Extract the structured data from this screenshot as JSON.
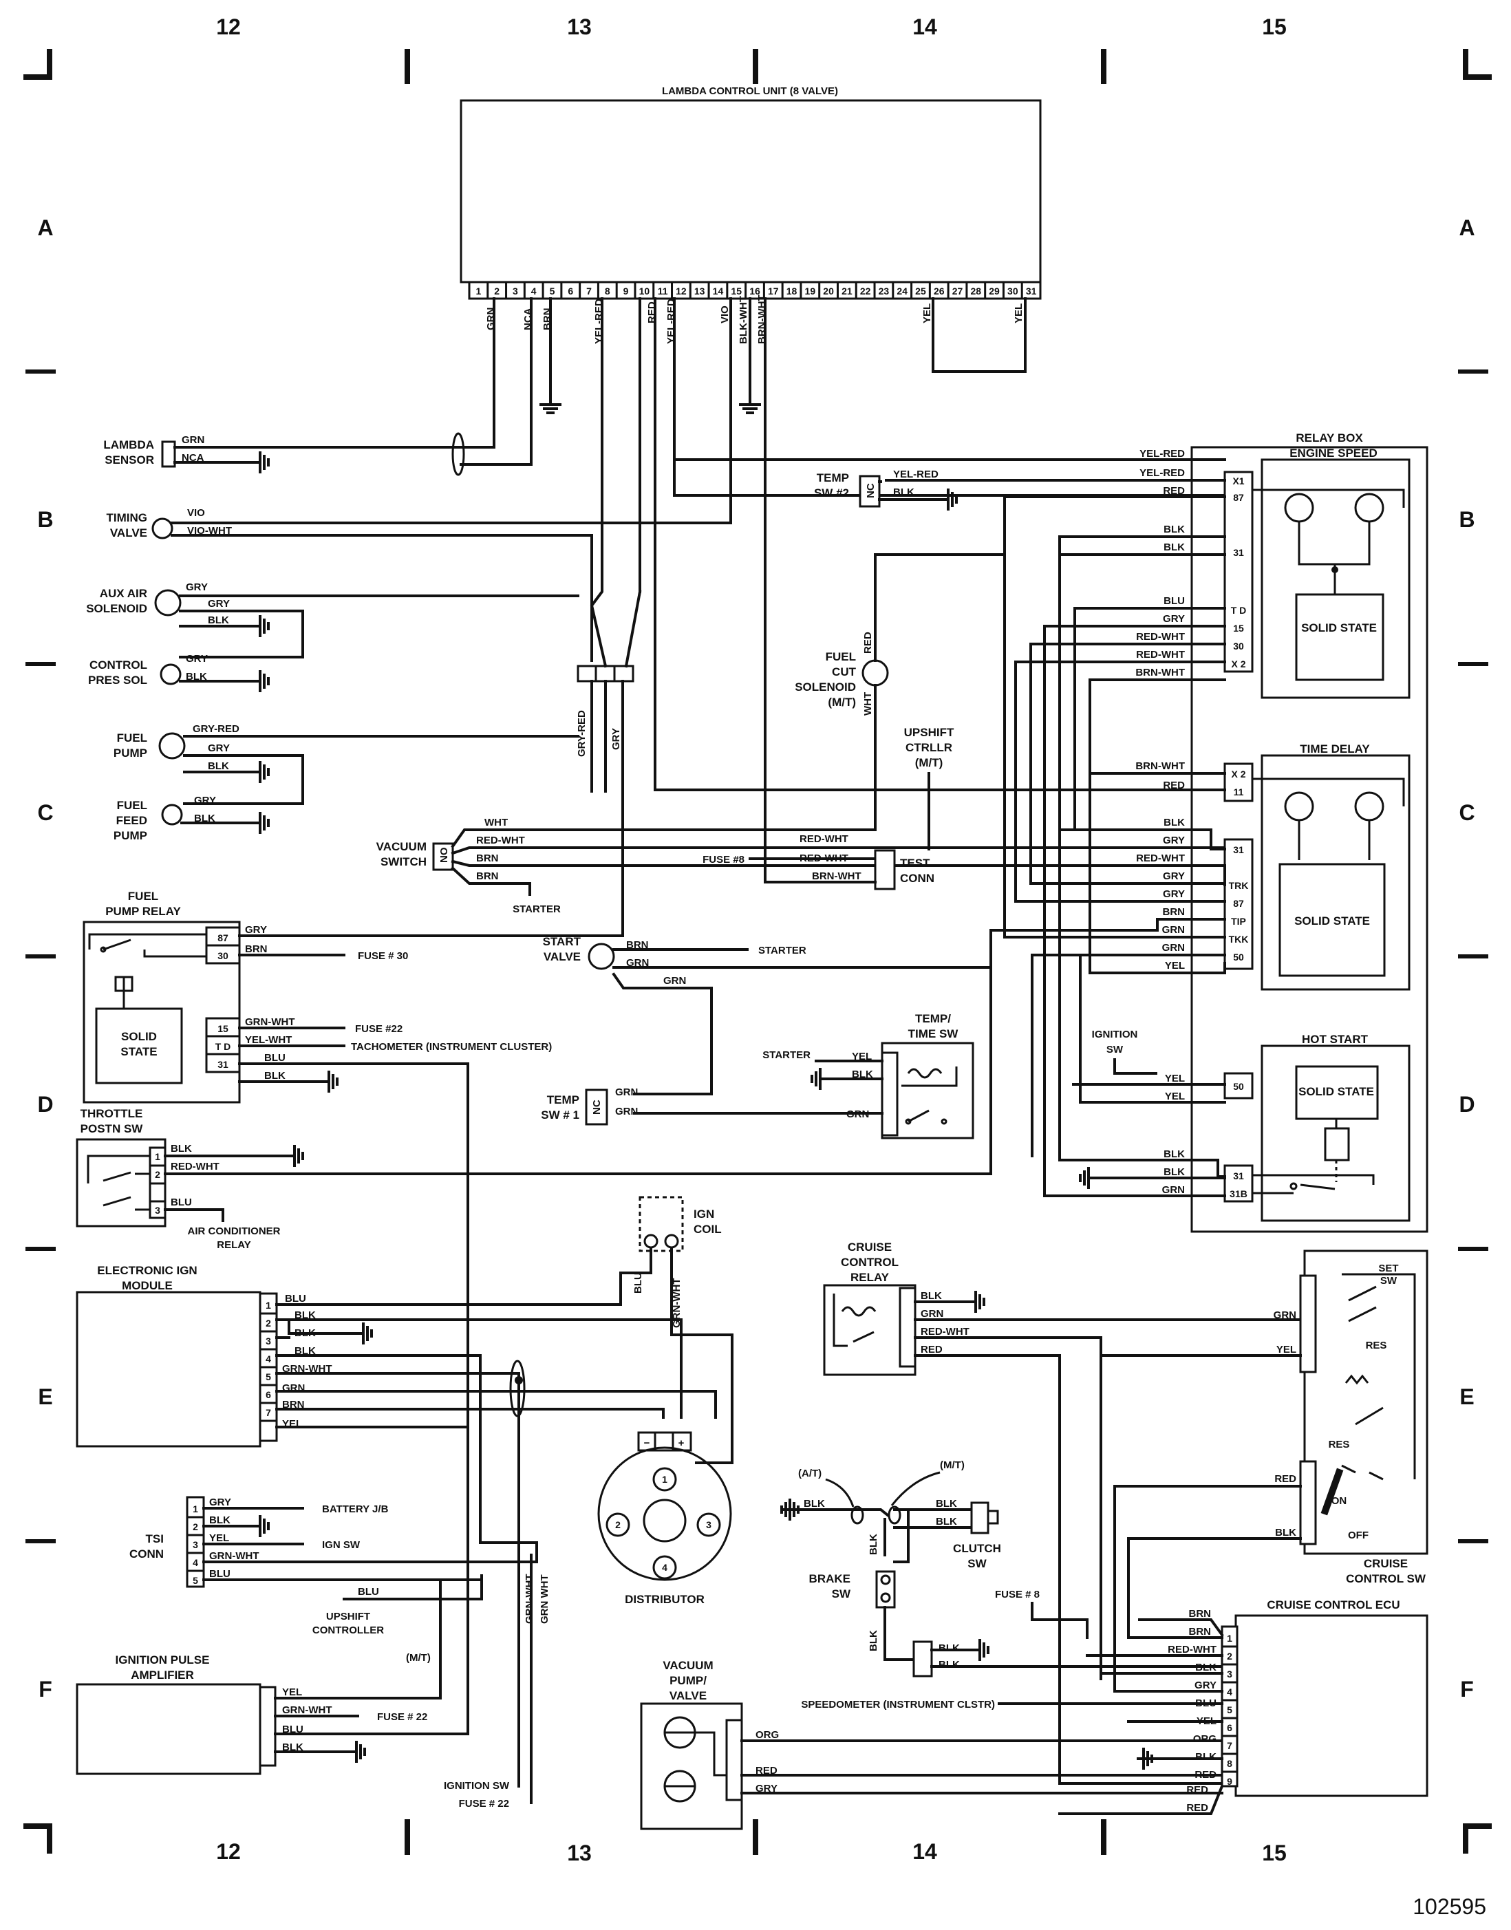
{
  "grid": {
    "columns": [
      "12",
      "13",
      "14",
      "15"
    ],
    "rows": [
      "A",
      "B",
      "C",
      "D",
      "E",
      "F"
    ]
  },
  "figure_number": "102595",
  "components": {
    "lambda_unit": {
      "title": "LAMBDA CONTROL UNIT (8 VALVE)",
      "pins": [
        "1",
        "2",
        "3",
        "4",
        "5",
        "6",
        "7",
        "8",
        "9",
        "10",
        "11",
        "12",
        "13",
        "14",
        "15",
        "16",
        "17",
        "18",
        "19",
        "20",
        "21",
        "22",
        "23",
        "24",
        "25",
        "26",
        "27",
        "28",
        "29",
        "30",
        "31"
      ]
    },
    "lambda_sensor": {
      "label": "LAMBDA SENSOR"
    },
    "timing_valve": {
      "label": "TIMING VALVE"
    },
    "aux_air": {
      "label": "AUX AIR SOLENOID"
    },
    "control_pres": {
      "label": "CONTROL PRES SOL"
    },
    "fuel_pump": {
      "label": "FUEL PUMP"
    },
    "fuel_feed": {
      "label": "FUEL FEED PUMP"
    },
    "vacuum_switch": {
      "label": "VACUUM SWITCH",
      "mark": "NO"
    },
    "fuel_pump_relay": {
      "label": "FUEL PUMP RELAY",
      "solid": "SOLID STATE"
    },
    "throttle": {
      "label": "THROTTLE POSTN SW"
    },
    "eim": {
      "label": "ELECTRONIC IGN MODULE"
    },
    "tsi": {
      "label": "TSI CONN"
    },
    "ipa": {
      "label": "IGNITION PULSE AMPLIFIER"
    },
    "temp_sw2": {
      "label": "TEMP SW #2",
      "mark": "NC"
    },
    "temp_sw1": {
      "label": "TEMP SW # 1",
      "mark": "NC"
    },
    "fuel_cut": {
      "label": "FUEL CUT SOLENOID (M/T)"
    },
    "upshift_ctrllr": {
      "label": "UPSHIFT CTRLLR (M/T)"
    },
    "test_conn": {
      "label": "TEST CONN"
    },
    "start_valve": {
      "label": "START VALVE"
    },
    "temp_time": {
      "label": "TEMP/ TIME SW"
    },
    "ign_coil": {
      "label": "IGN COIL"
    },
    "distributor": {
      "label": "DISTRIBUTOR",
      "pins": [
        "1",
        "2",
        "3",
        "4"
      ]
    },
    "cruise_relay": {
      "label": "CRUISE CONTROL RELAY"
    },
    "clutch": {
      "label": "CLUTCH SW"
    },
    "brake": {
      "label": "BRAKE SW"
    },
    "vacuum_pump": {
      "label": "VACUUM PUMP/ VALVE"
    },
    "relay_box": {
      "label": "RELAY BOX",
      "engine_speed": "ENGINE SPEED",
      "time_delay": "TIME DELAY",
      "hot_start": "HOT START",
      "solid": "SOLID STATE"
    },
    "cruise_sw": {
      "label": "CRUISE CONTROL SW",
      "set": "SET SW",
      "res": "RES",
      "res2": "RES",
      "on": "ON",
      "off": "OFF"
    },
    "cruise_ecu": {
      "label": "CRUISE CONTROL ECU"
    }
  },
  "texts": {
    "t_grn1": "GRN",
    "t_nca": "NCA",
    "t_brn1": "BRN",
    "t_yelred1": "YEL-RED",
    "t_red1": "RED",
    "t_yelred2": "YEL-RED",
    "t_vio1": "VIO",
    "t_blkwht1": "BLK-WHT",
    "t_brnwht1": "BRN-WHT",
    "t_yel1": "YEL",
    "t_yel2": "YEL",
    "t_ls_grn": "GRN",
    "t_ls_nca": "NCA",
    "t_tv_vio": "VIO",
    "t_tv_viowht": "VIO-WHT",
    "t_aa_gry": "GRY",
    "t_aa_gry2": "GRY",
    "t_aa_blk": "BLK",
    "t_cp_gry": "GRY",
    "t_cp_blk": "BLK",
    "t_fp_gryred": "GRY-RED",
    "t_fp_gry": "GRY",
    "t_fp_blk": "BLK",
    "t_ff_gry": "GRY",
    "t_ff_blk": "BLK",
    "t_sp_gryred": "GRY-RED",
    "t_sp_gry": "GRY",
    "t_vs_wht": "WHT",
    "t_vs_redwht": "RED-WHT",
    "t_vs_brn": "BRN",
    "t_vs_brn2": "BRN",
    "t_starter1": "STARTER",
    "t_fuse8": "FUSE #8",
    "t_tc_redwht": "RED-WHT",
    "t_tc_redwht2": "RED-WHT",
    "t_tc_brnwht": "BRN-WHT",
    "t_fpr_87": "87",
    "t_fpr_30": "30",
    "t_fpr_15": "15",
    "t_fpr_td": "T D",
    "t_fpr_31": "31",
    "t_fpr_gry": "GRY",
    "t_fpr_brn": "BRN",
    "t_fuse30": "FUSE # 30",
    "t_fpr_grnwht": "GRN-WHT",
    "t_fuse22a": "FUSE #22",
    "t_fpr_yelwht": "YEL-WHT",
    "t_tach": "TACHOMETER  (INSTRUMENT CLUSTER)",
    "t_fpr_blu": "BLU",
    "t_fpr_blk": "BLK",
    "t_th_blk": "BLK",
    "t_th_redwht": "RED-WHT",
    "t_th_blu": "BLU",
    "t_acrelay": "AIR CONDITIONER RELAY",
    "t_ts2_yelred": "YEL-RED",
    "t_ts2_blk": "BLK",
    "t_fc_red": "RED",
    "t_fc_wht": "WHT",
    "t_sv_brn": "BRN",
    "t_starter2": "STARTER",
    "t_sv_grn": "GRN",
    "t_sv_grn2": "GRN",
    "t_starter3": "STARTER",
    "t_tt_yel": "YEL",
    "t_tt_blk": "BLK",
    "t_tt_grn": "GRN",
    "t_ts1_grn": "GRN",
    "t_ts1_grn2": "GRN",
    "t_coil_blu": "BLU",
    "t_coil_grnwht": "GRN-WHT",
    "t_eim_1": "1",
    "t_eim_2": "2",
    "t_eim_3": "3",
    "t_eim_4": "4",
    "t_eim_5": "5",
    "t_eim_6": "6",
    "t_eim_7": "7",
    "t_eim_blu": "BLU",
    "t_eim_blk": "BLK",
    "t_eim_blk2": "BLK",
    "t_eim_blk3": "BLK",
    "t_eim_grnwht": "GRN-WHT",
    "t_eim_grn": "GRN",
    "t_eim_brn": "BRN",
    "t_eim_yel": "YEL",
    "t_tsi_gry": "GRY",
    "t_tsi_blk": "BLK",
    "t_tsi_yel": "YEL",
    "t_tsi_grnwht": "GRN-WHT",
    "t_tsi_blu": "BLU",
    "t_battjb": "BATTERY J/B",
    "t_ignsw": "IGN SW",
    "t_up_blu": "BLU",
    "t_upshift_ctl": "UPSHIFT CONTROLLER",
    "t_mt1": "(M/T)",
    "t_ipa_yel": "YEL",
    "t_ipa_grnwht": "GRN-WHT",
    "t_fuse22b": "FUSE # 22",
    "t_ipa_blu": "BLU",
    "t_ipa_blk": "BLK",
    "t_ignsw2": "IGNITION SW",
    "t_fuse22c": "FUSE # 22",
    "t_gw_v1": "GRN-WHT",
    "t_gw_v2": "GRN WHT",
    "t_at": "(A/T)",
    "t_mt2": "(M/T)",
    "t_cl_blk": "BLK",
    "t_cl_blk2": "BLK",
    "t_cl_blk3": "BLK",
    "t_br_blk": "BLK",
    "t_br_blk2": "BLK",
    "t_br_blk3": "BLK",
    "t_br_blk4": "BLK",
    "t_cr_blk": "BLK",
    "t_cr_grn": "GRN",
    "t_cr_redwht": "RED-WHT",
    "t_cr_red": "RED",
    "t_vp_org": "ORG",
    "t_vp_red": "RED",
    "t_vp_gry": "GRY",
    "t_rb_yelred": "YEL-RED",
    "t_rb_yelred2": "YEL-RED",
    "t_rb_red": "RED",
    "t_rb_blk": "BLK",
    "t_rb_blk2": "BLK",
    "t_rb_blu": "BLU",
    "t_rb_gry": "GRY",
    "t_rb_redwht": "RED-WHT",
    "t_rb_redwht2": "RED-WHT",
    "t_rb_brnwht": "BRN-WHT",
    "t_rb_x1": "X1",
    "t_rb_87": "87",
    "t_rb_31": "31",
    "t_rb_td": "T D",
    "t_rb_15": "15",
    "t_rb_30": "30",
    "t_rb_x2": "X 2",
    "t_td_brnwht": "BRN-WHT",
    "t_td_red": "RED",
    "t_td_x2": "X 2",
    "t_td_11": "11",
    "t_td_blk": "BLK",
    "t_td_gry": "GRY",
    "t_td_redwht": "RED-WHT",
    "t_td_gry2": "GRY",
    "t_td_gry3": "GRY",
    "t_td_brn": "BRN",
    "t_td_grn": "GRN",
    "t_td_grn2": "GRN",
    "t_td_yel": "YEL",
    "t_td_31": "31",
    "t_td_trk": "TRK",
    "t_td_87": "87",
    "t_td_tip": "TIP",
    "t_td_tkk": "TKK",
    "t_td_50": "50",
    "t_ignsw3": "IGNITION SW",
    "t_hs_yel": "YEL",
    "t_hs_yel2": "YEL",
    "t_hs_50": "50",
    "t_hs_blk": "BLK",
    "t_hs_blk2": "BLK",
    "t_hs_grn": "GRN",
    "t_hs_31": "31",
    "t_hs_31b": "31B",
    "t_cs_grn": "GRN",
    "t_cs_yel": "YEL",
    "t_cs_red": "RED",
    "t_cs_blk": "BLK",
    "t_fuse8b": "FUSE # 8",
    "t_speedo": "SPEEDOMETER (INSTRUMENT CLSTR)",
    "t_ecu_brn": "BRN",
    "t_ecu_brn2": "BRN",
    "t_ecu_redwht": "RED-WHT",
    "t_ecu_blk": "BLK",
    "t_ecu_gry": "GRY",
    "t_ecu_blu": "BLU",
    "t_ecu_yel": "YEL",
    "t_ecu_org": "ORG",
    "t_ecu_blk2": "BLK",
    "t_ecu_red": "RED",
    "t_ecu_red2": "RED",
    "t_ecu_red3": "RED",
    "t_ecu_1": "1",
    "t_ecu_2": "2",
    "t_ecu_3": "3",
    "t_ecu_4": "4",
    "t_ecu_5": "5",
    "t_ecu_6": "6",
    "t_ecu_7": "7",
    "t_ecu_8": "8",
    "t_ecu_9": "9",
    "t_th_1": "1",
    "t_th_2": "2",
    "t_th_3": "3",
    "t_tsi_1": "1",
    "t_tsi_2": "2",
    "t_tsi_3": "3",
    "t_tsi_4": "4",
    "t_tsi_5": "5"
  }
}
